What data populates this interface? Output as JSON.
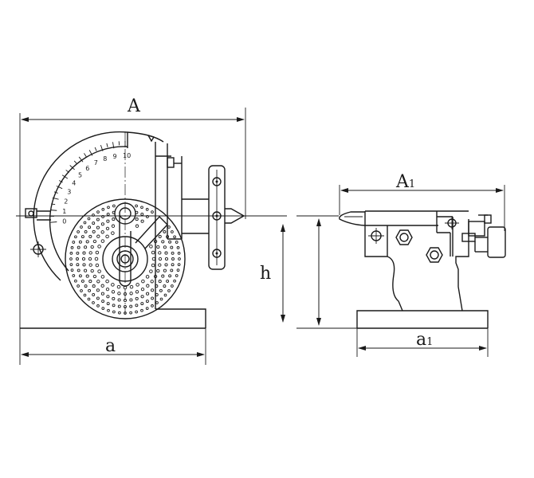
{
  "labels": {
    "A": "A",
    "A1_main": "A",
    "A1_sub": "1",
    "a": "a",
    "a1_main": "a",
    "a1_sub": "1",
    "h": "h"
  },
  "scale_ticks": [
    "0",
    "1",
    "2",
    "3",
    "4",
    "5",
    "6",
    "7",
    "8",
    "9",
    "10"
  ],
  "colors": {
    "line": "#1a1a1a",
    "background": "#ffffff"
  }
}
